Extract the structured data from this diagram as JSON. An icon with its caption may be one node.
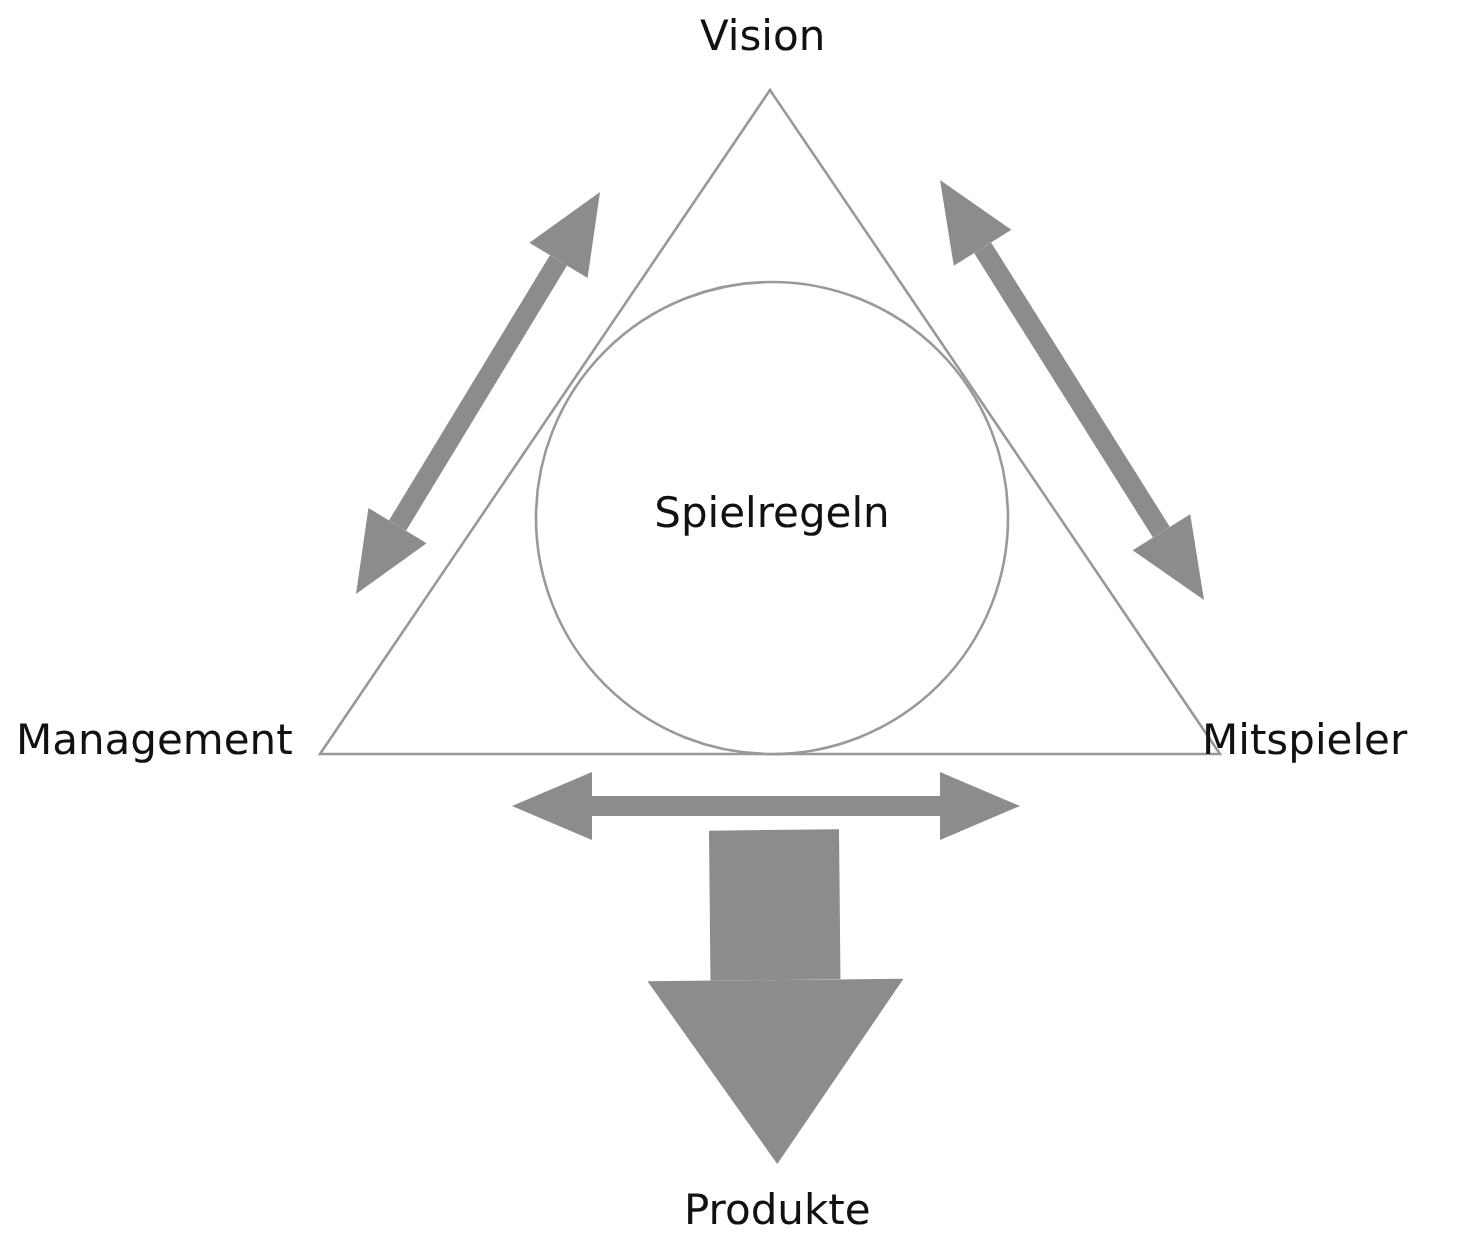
{
  "diagram": {
    "nodes": [
      {
        "text": [
          "Vision"
        ]
      },
      {
        "text": [],
        "shape": "triangle"
      },
      {
        "text": [
          "Spielregeln"
        ],
        "in": 1
      },
      {
        "text": [
          "Management"
        ]
      },
      {
        "text": [
          "Mitspieler"
        ]
      },
      {
        "text": [
          "Produkte"
        ]
      }
    ],
    "edges": [
      {
        "from": null,
        "to": 5,
        "arrow": "to"
      }
    ]
  }
}
